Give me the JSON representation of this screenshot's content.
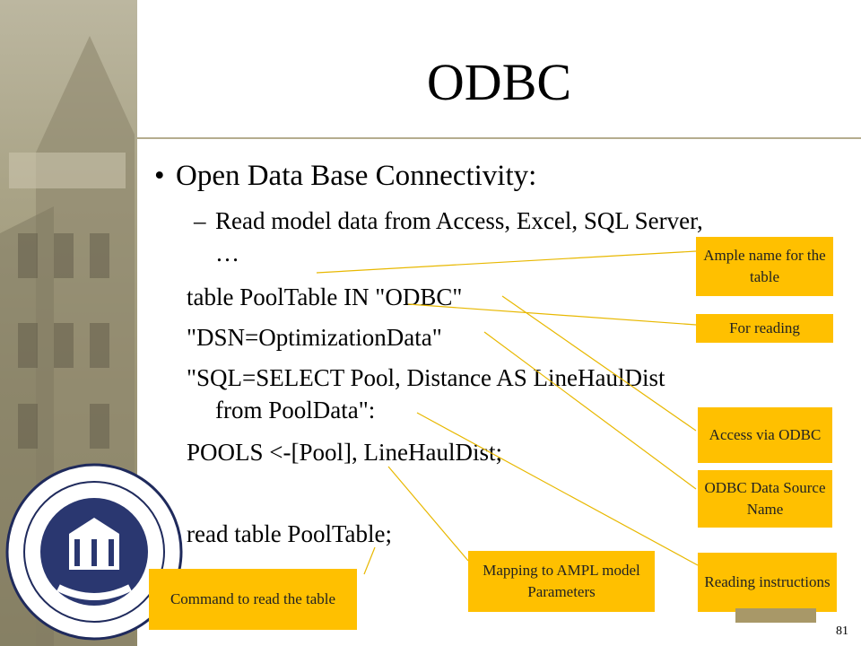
{
  "slide": {
    "title": "ODBC",
    "bullet": "Open Data Base Connectivity:",
    "sub_bullet": {
      "line1": "Read model data from Access, Excel, SQL Server,",
      "line2": "…"
    },
    "code": {
      "line1": "table PoolTable IN \"ODBC\"",
      "line2": "\"DSN=OptimizationData\"",
      "line3a": "\"SQL=SELECT Pool, Distance AS LineHaulDist",
      "line3b": "from PoolData\":",
      "line4": "POOLS <-[Pool], LineHaulDist;",
      "line5": "read table PoolTable;"
    },
    "page_number": "81"
  },
  "callouts": {
    "ample_name": "Ample name for the table",
    "for_reading": "For reading",
    "access_odbc": "Access via ODBC",
    "dsn": "ODBC Data Source Name",
    "reading_instructions": "Reading instructions",
    "mapping": "Mapping to AMPL model Parameters",
    "command": "Command to read the table"
  },
  "colors": {
    "callout_fill": "#ffc000",
    "connector": "#e8b800",
    "accent_gold": "#a89868"
  }
}
